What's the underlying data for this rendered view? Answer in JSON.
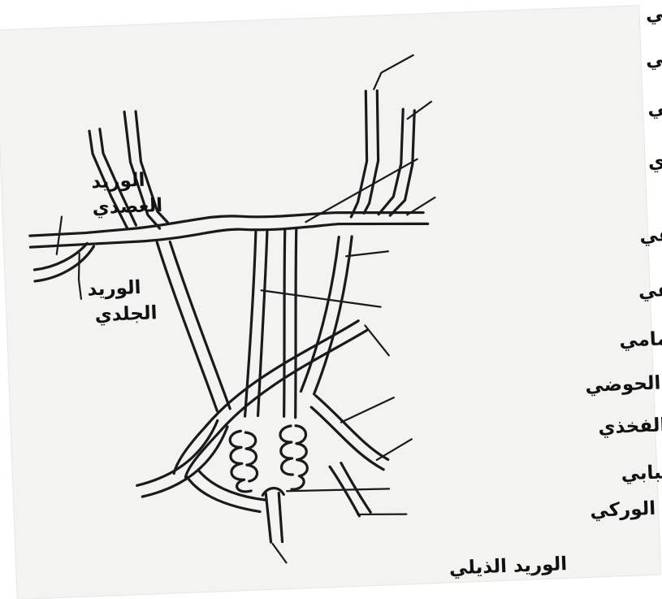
{
  "labels": {
    "internal_jugular": "الوريد الودجي الداخلي",
    "external_jugular": "الوريد الودجي الخارجي",
    "anterior_vena_cava": "الوريد الاجوف الأمامي",
    "subclavian": "الوريد تحت الترقوي",
    "brachial_line1": "الوريد",
    "brachial_line2": "العضدي",
    "posterior_cardinal": "الوريد الرئيسي الخلفي",
    "posterior_vena_cava": "الوريد الاجوف الخلفي",
    "cutaneous_line1": "الوريد",
    "cutaneous_line2": "الجلدي",
    "anterior_abdominal": "الوريد البطني الأمامي",
    "pelvic": "الوريد الحوضي",
    "femoral": "الوريد الفخذي",
    "renal_portal": "الوريد الكلوي البابي",
    "sciatic": "الوريد الوركي",
    "caudal": "الوريد الذيلي"
  }
}
